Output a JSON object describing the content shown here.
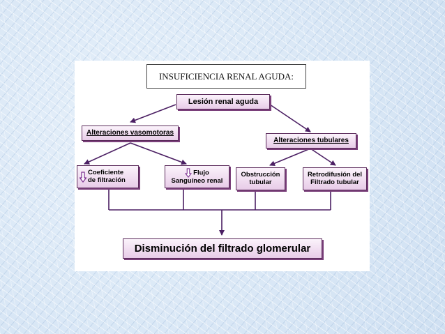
{
  "title": "INSUFICIENCIA RENAL AGUDA:",
  "nodes": {
    "lesion": "Lesión renal aguda",
    "vasomotoras": "Alteraciones vasomotoras",
    "tubulares": "Alteraciones tubulares",
    "coeficiente_l1": "Coeficiente",
    "coeficiente_l2": "de filtración",
    "flujo_l1": "Flujo",
    "flujo_l2": "Sanguíneo renal",
    "obstruccion_l1": "Obstrucción",
    "obstruccion_l2": "tubular",
    "retro_l1": "Retrodifusión del",
    "retro_l2": "Filtrado tubular",
    "disminucion": "Disminución del filtrado glomerular"
  },
  "colors": {
    "accent_border": "#5a2a5a",
    "arrow": "#4b1f63",
    "decrease_icon": "#7a2d8f"
  },
  "icons": {
    "decrease": "down-arrow-icon"
  }
}
